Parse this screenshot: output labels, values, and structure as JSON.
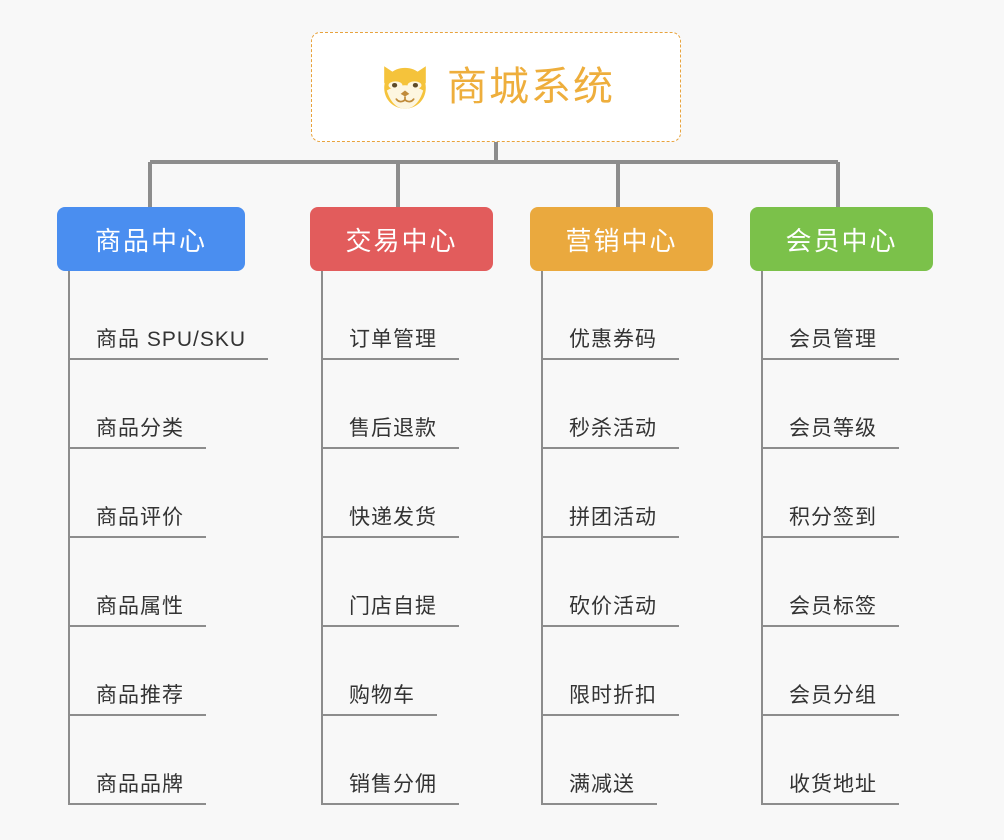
{
  "diagram": {
    "type": "mindmap",
    "background_color": "#f8f8f8",
    "root": {
      "title": "商城系统",
      "icon": "fox-face-icon",
      "text_color": "#eeae3c",
      "border_color": "#e8a33d"
    },
    "branches": [
      {
        "label": "商品中心",
        "color": "#4a8ef0",
        "items": [
          "商品 SPU/SKU",
          "商品分类",
          "商品评价",
          "商品属性",
          "商品推荐",
          "商品品牌"
        ]
      },
      {
        "label": "交易中心",
        "color": "#e25c5c",
        "items": [
          "订单管理",
          "售后退款",
          "快递发货",
          "门店自提",
          "购物车",
          "销售分佣"
        ]
      },
      {
        "label": "营销中心",
        "color": "#eaa93e",
        "items": [
          "优惠券码",
          "秒杀活动",
          "拼团活动",
          "砍价活动",
          "限时折扣",
          "满减送"
        ]
      },
      {
        "label": "会员中心",
        "color": "#7bc14a",
        "items": [
          "会员管理",
          "会员等级",
          "积分签到",
          "会员标签",
          "会员分组",
          "收货地址"
        ]
      }
    ],
    "connector_color": "#8d8d8d"
  }
}
